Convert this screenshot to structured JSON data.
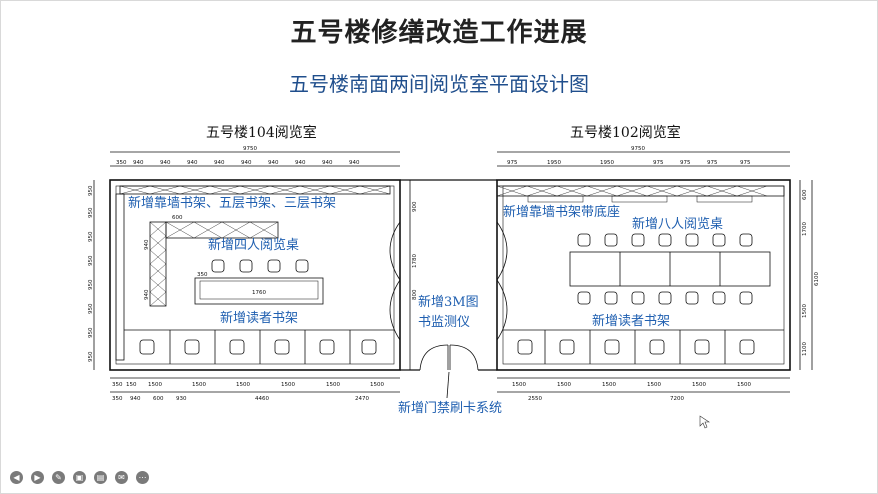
{
  "slide": {
    "title": "五号楼修缮改造工作进展",
    "subtitle": "五号楼南面两间阅览室平面设计图"
  },
  "rooms": {
    "left_title": "五号楼104阅览室",
    "right_title": "五号楼102阅览室"
  },
  "annotations": {
    "left_shelves": "新增靠墙书架、五层书架、三层书架",
    "left_tables": "新增四人阅览桌",
    "left_reader_shelves": "新增读者书架",
    "monitor_line1": "新增3M图",
    "monitor_line2": "书监测仪",
    "right_shelves": "新增靠墙书架带底座",
    "right_tables": "新增八人阅览桌",
    "right_reader_shelves": "新增读者书架",
    "gate": "新增门禁刷卡系统"
  },
  "dimensions": {
    "overall": "9750",
    "left_top": [
      "350",
      "940",
      "940",
      "940",
      "940",
      "940",
      "940",
      "940",
      "940",
      "940"
    ],
    "right_top": [
      "975",
      "1950",
      "1950",
      "975",
      "975",
      "975",
      "975"
    ],
    "left_bottom": [
      "350",
      "150",
      "1500",
      "1500",
      "1500",
      "1500",
      "1500",
      "1500"
    ],
    "left_bottom2": [
      "350",
      "940",
      "600",
      "930",
      "4460",
      "2470"
    ],
    "right_bottom": [
      "1500",
      "1500",
      "1500",
      "1500",
      "1500",
      "1500"
    ],
    "right_bottom2": [
      "2550",
      "7200"
    ],
    "left_side": [
      "950",
      "950",
      "950",
      "950",
      "950",
      "950",
      "950",
      "950"
    ],
    "mid_side": [
      "900",
      "1780",
      "800"
    ],
    "right_side": [
      "600",
      "1700",
      "6100",
      "1500",
      "1100"
    ],
    "shelf_600": "600",
    "shelf_940": "940",
    "shelf_350": "350",
    "shelf_1760": "1760"
  },
  "toolbar": {
    "icons": [
      "prev-icon",
      "next-icon",
      "pen-icon",
      "screen-icon",
      "subtitle-icon",
      "chat-icon",
      "more-icon"
    ]
  },
  "colors": {
    "annotation": "#1f5fb0",
    "line": "#111111",
    "title": "#222222",
    "subtitle": "#1f4e8c"
  }
}
